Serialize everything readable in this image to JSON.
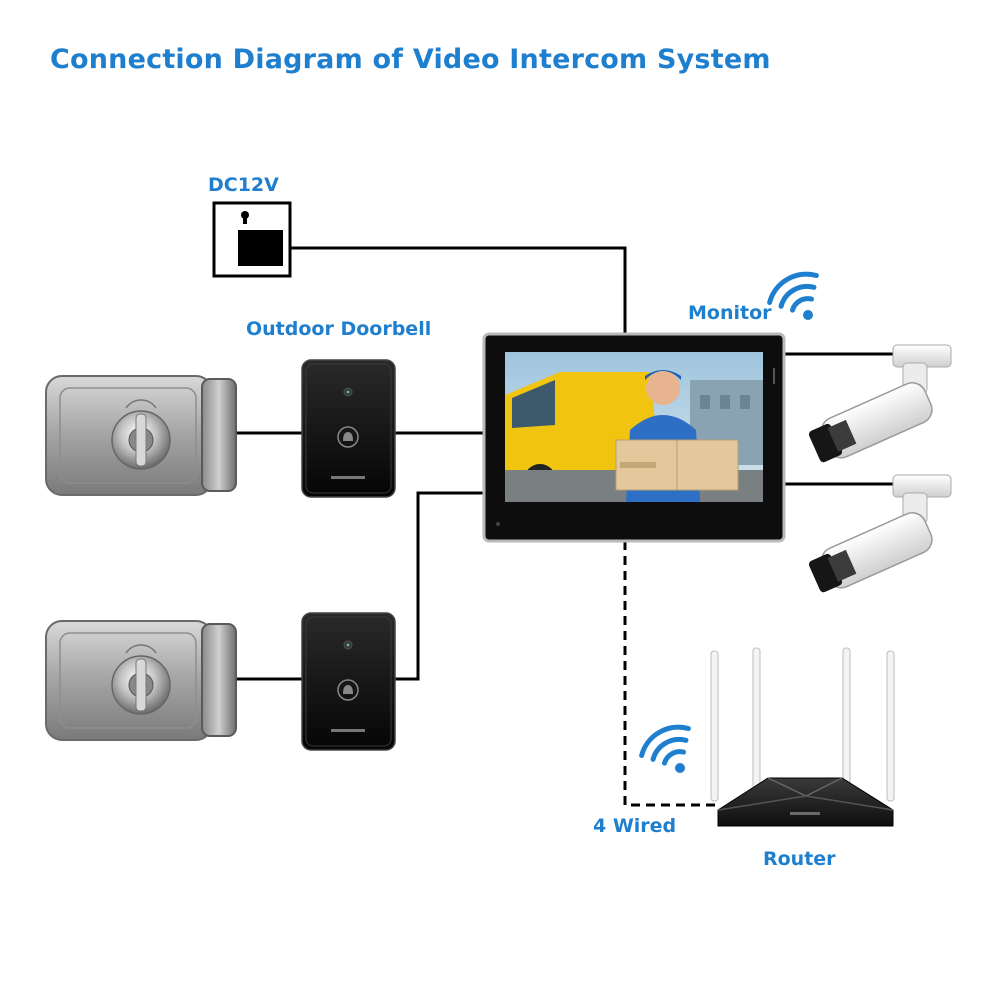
{
  "title": "Connection Diagram of Video Intercom System",
  "labels": {
    "power": "DC12V",
    "doorbell": "Outdoor Doorbell",
    "monitor": "Monitor",
    "wired": "4 Wired",
    "router": "Router"
  },
  "colors": {
    "label": "#1f7fcf",
    "wire": "#000000",
    "lock_body": "#9a9a9a",
    "doorbell_body": "#111111",
    "monitor_frame": "#0d0d0d",
    "camera_body": "#f2f2f2",
    "router_body": "#1b1b1b",
    "wifi": "#1f7fcf"
  },
  "icons": [
    "power-outlet-icon",
    "electric-lock-icon",
    "doorbell-icon",
    "bell-icon",
    "monitor-icon",
    "camera-icon",
    "router-icon",
    "wifi-icon"
  ]
}
